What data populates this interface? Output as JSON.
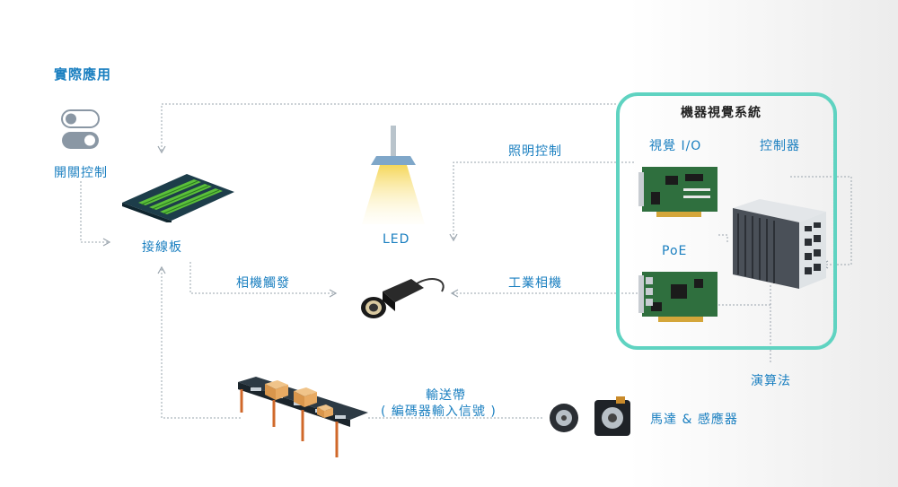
{
  "header": {
    "title": "實際應用"
  },
  "nodes": {
    "switch_label": "開關控制",
    "terminal_label": "接線板",
    "led_label": "LED",
    "lighting_label": "照明控制",
    "trigger_label": "相機觸發",
    "camera_label": "工業相機",
    "conveyor_line1": "輸送帶",
    "conveyor_line2": "( 編碼器輸入信號 )",
    "motor_label": "馬達 & 感應器",
    "algorithm_label": "演算法"
  },
  "system": {
    "title": "機器視覺系統",
    "io_label": "視覺 I/O",
    "controller_label": "控制器",
    "poe_label": "PoE"
  },
  "colors": {
    "accent": "#1a7fc0",
    "box_border": "#5fd3c1",
    "line": "#9aa4ad"
  }
}
